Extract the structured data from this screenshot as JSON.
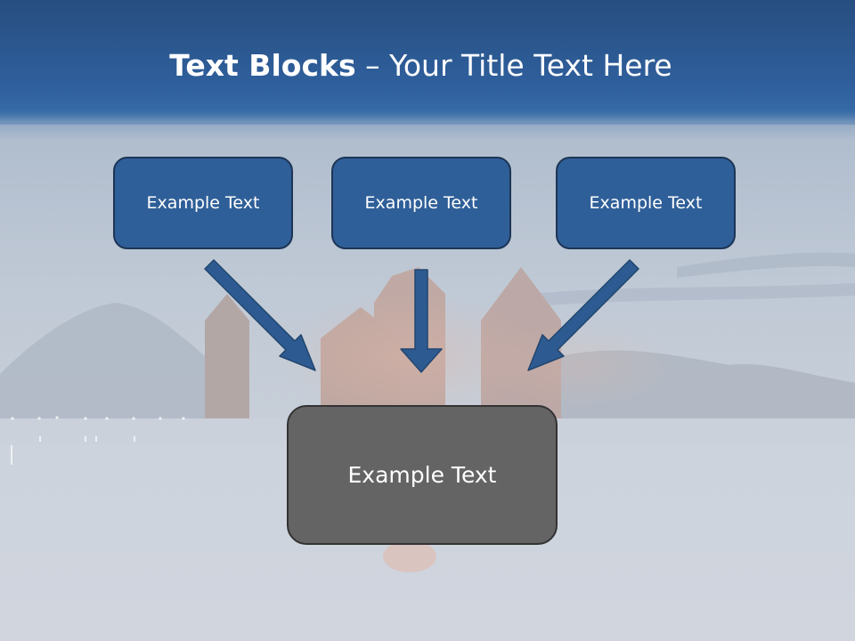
{
  "title": {
    "bold": "Text Blocks",
    "dash": " – ",
    "rest": "Your Title Text Here"
  },
  "blocks": [
    {
      "label": "Example Text"
    },
    {
      "label": "Example Text"
    },
    {
      "label": "Example Text"
    }
  ],
  "target": {
    "label": "Example Text"
  },
  "colors": {
    "title_band": "#2f5f9c",
    "block_fill": "#2f5f98",
    "block_border": "#1d3556",
    "target_fill": "#646464",
    "arrow": "#2d5a91"
  }
}
